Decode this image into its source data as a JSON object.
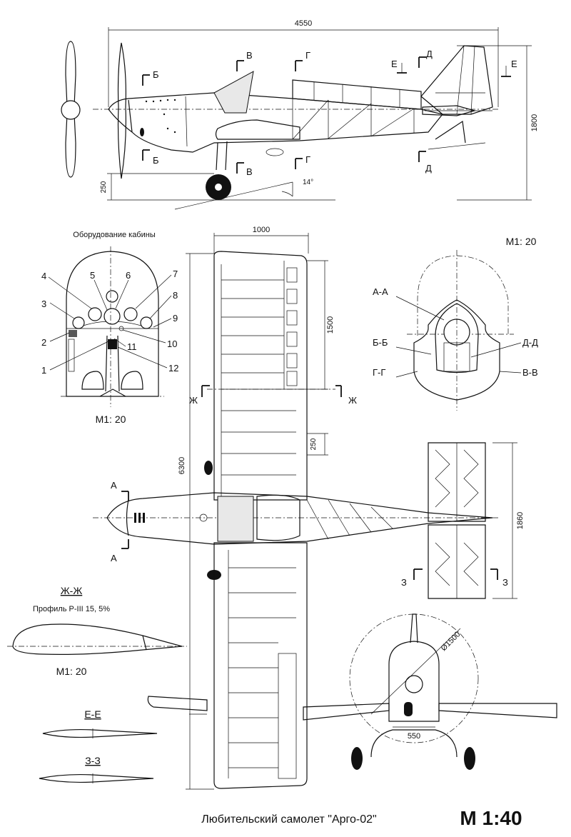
{
  "title": "Любительский самолет \"Арго-02\"",
  "scale_main": "М 1:40",
  "dimensions": {
    "length": "4550",
    "height": "1800",
    "ground_clearance": "250",
    "angle": "14°",
    "wing_chord": "1000",
    "aileron_length": "1500",
    "rib_spacing": "250",
    "wingspan": "6300",
    "stab_span": "1860",
    "prop_diameter": "Ø1500",
    "track": "550"
  },
  "sections": {
    "A": "А",
    "B": "Б",
    "V": "В",
    "G": "Г",
    "D": "Д",
    "E": "Е",
    "ZH": "Ж",
    "Z": "З"
  },
  "cockpit": {
    "title": "Оборудование кабины",
    "scale": "М1: 20",
    "callouts": [
      "1",
      "2",
      "3",
      "4",
      "5",
      "6",
      "7",
      "8",
      "9",
      "10",
      "11",
      "12"
    ]
  },
  "sections_view": {
    "scale": "М1: 20",
    "labels": [
      "А-А",
      "Б-Б",
      "Г-Г",
      "Д-Д",
      "В-В"
    ]
  },
  "profile": {
    "title": "Ж-Ж",
    "subtitle": "Профиль Р-III 15, 5%",
    "scale": "М1: 20"
  },
  "small_sections": [
    "Е-Е",
    "З-З"
  ]
}
